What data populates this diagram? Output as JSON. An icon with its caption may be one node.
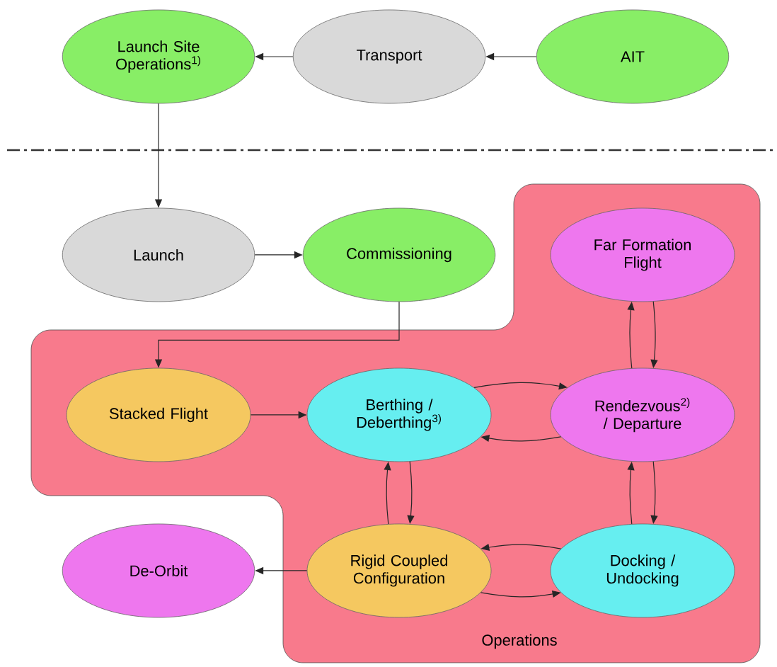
{
  "diagram": {
    "nodes": [
      {
        "text": [
          "Launch Site Operations$^{1)}$"
        ]
      },
      {
        "text": [
          "Transport"
        ]
      },
      {
        "text": [
          "AIT"
        ]
      },
      {
        "text": [
          "Launch"
        ]
      },
      {
        "text": [
          "Commissioning"
        ]
      },
      {
        "text": [
          "Operations"
        ]
      },
      {
        "text": [
          "Far Formation Flight"
        ],
        "in": 5
      },
      {
        "text": [
          "Stacked Flight"
        ],
        "in": 5
      },
      {
        "text": [
          "Berthing / Deberthing$^{3)}$"
        ],
        "in": 5
      },
      {
        "text": [
          "Rendezvous$^{2)}$ / Departure"
        ],
        "in": 5
      },
      {
        "text": [
          "De-Orbit"
        ]
      },
      {
        "text": [
          "Rigid Coupled Configuration"
        ],
        "in": 5
      },
      {
        "text": [
          "Docking / Undocking"
        ],
        "in": 5
      }
    ],
    "edges": [
      {
        "from": 2,
        "to": 1,
        "arrow": "to"
      },
      {
        "from": 1,
        "to": 0,
        "arrow": "to"
      },
      {
        "from": 0,
        "to": 3,
        "arrow": "to"
      },
      {
        "from": 3,
        "to": 4,
        "arrow": "to"
      },
      {
        "from": 4,
        "to": 7,
        "arrow": "to"
      },
      {
        "from": 7,
        "to": 8,
        "arrow": "to"
      },
      {
        "from": 8,
        "to": 9,
        "arrow": "to"
      },
      {
        "from": 9,
        "to": 8,
        "arrow": "to"
      },
      {
        "from": 9,
        "to": 6,
        "arrow": "to"
      },
      {
        "from": 6,
        "to": 9,
        "arrow": "to"
      },
      {
        "from": 11,
        "to": 8,
        "arrow": "to"
      },
      {
        "from": 8,
        "to": 11,
        "arrow": "to"
      },
      {
        "from": 12,
        "to": 9,
        "arrow": "to"
      },
      {
        "from": 9,
        "to": 12,
        "arrow": "to"
      },
      {
        "from": 12,
        "to": 11,
        "arrow": "to"
      },
      {
        "from": 11,
        "to": 12,
        "arrow": "to"
      },
      {
        "from": 11,
        "to": 10,
        "arrow": "to"
      }
    ]
  }
}
